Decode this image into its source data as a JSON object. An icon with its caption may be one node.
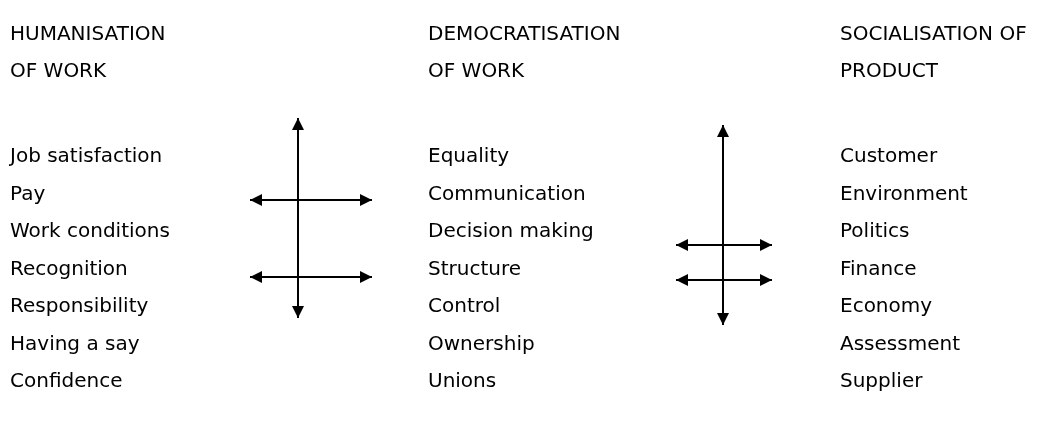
{
  "diagram": {
    "nodes": [
      {
        "text": [
          "HUMANISATION OF WORK",
          "Job satisfaction",
          "Pay",
          "Work conditions",
          "Recognition",
          "Responsibility",
          "Having a say",
          "Confidence"
        ]
      },
      {
        "text": [
          "DEMOCRATISATION OF WORK",
          "Equality",
          "Communication",
          "Decision making",
          "Structure",
          "Control",
          "Ownership",
          "Unions"
        ]
      },
      {
        "text": [
          "SOCIALISATION OF PRODUCT",
          "Customer",
          "Environment",
          "Politics",
          "Finance",
          "Economy",
          "Assessment",
          "Supplier"
        ]
      }
    ],
    "edges": [
      {
        "from": 0,
        "to": 1,
        "arrow": "both"
      },
      {
        "from": 0,
        "to": 1,
        "arrow": "both"
      },
      {
        "from": 1,
        "to": 2,
        "arrow": "both"
      },
      {
        "from": 1,
        "to": 2,
        "arrow": "both"
      }
    ]
  }
}
